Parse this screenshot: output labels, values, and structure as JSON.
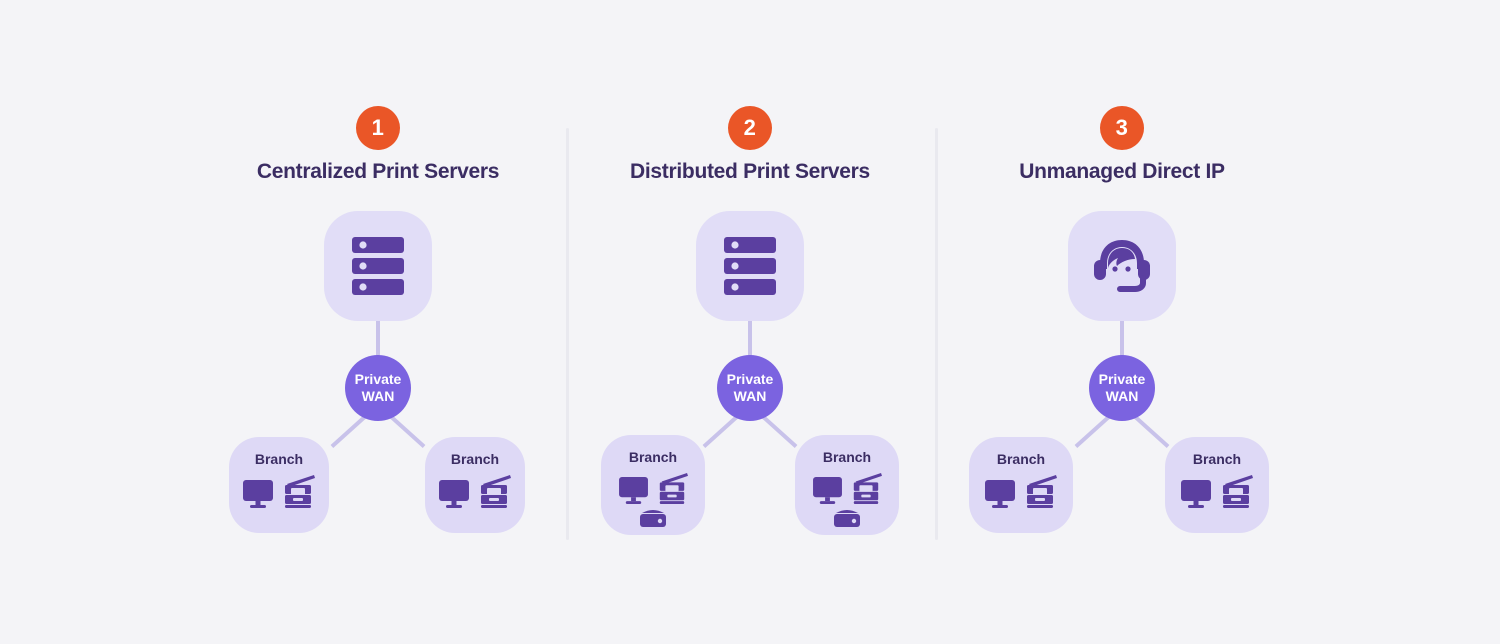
{
  "page": {
    "background_color": "#f4f4f7",
    "accent_orange": "#ea5627",
    "accent_purple": "#5b3fa0",
    "node_purple": "#7b63e0",
    "tile_lavender": "#ded9f6",
    "connector_color": "#c8c2ea",
    "title_color": "#3b2d63"
  },
  "columns": [
    {
      "number": "1",
      "title": "Centralized Print Servers",
      "top_node_icon": "server-rack-icon",
      "hub": {
        "line1": "Private",
        "line2": "WAN"
      },
      "branches": [
        {
          "label": "Branch",
          "icons": [
            "desktop-monitor-icon",
            "multifunction-printer-icon"
          ],
          "extra_icons": []
        },
        {
          "label": "Branch",
          "icons": [
            "desktop-monitor-icon",
            "multifunction-printer-icon"
          ],
          "extra_icons": []
        }
      ]
    },
    {
      "number": "2",
      "title": "Distributed Print Servers",
      "top_node_icon": "server-rack-icon",
      "hub": {
        "line1": "Private",
        "line2": "WAN"
      },
      "branches": [
        {
          "label": "Branch",
          "icons": [
            "desktop-monitor-icon",
            "multifunction-printer-icon"
          ],
          "extra_icons": [
            "local-server-box-icon"
          ]
        },
        {
          "label": "Branch",
          "icons": [
            "desktop-monitor-icon",
            "multifunction-printer-icon"
          ],
          "extra_icons": [
            "local-server-box-icon"
          ]
        }
      ]
    },
    {
      "number": "3",
      "title": "Unmanaged Direct IP",
      "top_node_icon": "support-headset-icon",
      "hub": {
        "line1": "Private",
        "line2": "WAN"
      },
      "branches": [
        {
          "label": "Branch",
          "icons": [
            "desktop-monitor-icon",
            "multifunction-printer-icon"
          ],
          "extra_icons": []
        },
        {
          "label": "Branch",
          "icons": [
            "desktop-monitor-icon",
            "multifunction-printer-icon"
          ],
          "extra_icons": []
        }
      ]
    }
  ]
}
